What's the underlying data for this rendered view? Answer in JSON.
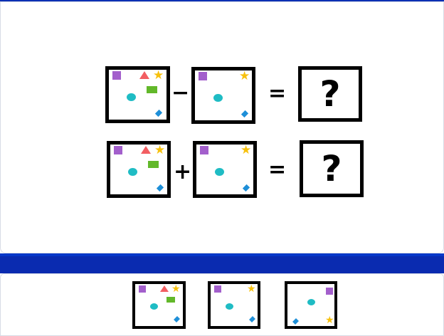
{
  "puzzle": {
    "rows": [
      {
        "operator": "−",
        "equals": "=",
        "answer": "?"
      },
      {
        "operator": "+",
        "equals": "=",
        "answer": "?"
      }
    ]
  },
  "shapes": {
    "square": {
      "icon": "purple-square-icon",
      "color": "#a35fcc"
    },
    "triangle": {
      "icon": "red-triangle-icon",
      "color": "#f25e62"
    },
    "star": {
      "icon": "yellow-star-icon",
      "color": "#f7c10e",
      "glyph": "★"
    },
    "circle": {
      "icon": "teal-circle-icon",
      "color": "#1fbcc4"
    },
    "rectangle": {
      "icon": "green-rectangle-icon",
      "color": "#62b82a"
    },
    "diamond": {
      "icon": "blue-diamond-icon",
      "color": "#1e8fd8"
    }
  },
  "answer_options": [
    {
      "shapes": [
        "square",
        "triangle",
        "star",
        "circle",
        "rectangle",
        "diamond"
      ]
    },
    {
      "shapes": [
        "square",
        "star",
        "circle",
        "diamond"
      ]
    },
    {
      "shapes": [
        "square",
        "circle",
        "diamond",
        "star"
      ]
    }
  ],
  "colors": {
    "band": "#0a2bb0",
    "frame": "#000000"
  }
}
